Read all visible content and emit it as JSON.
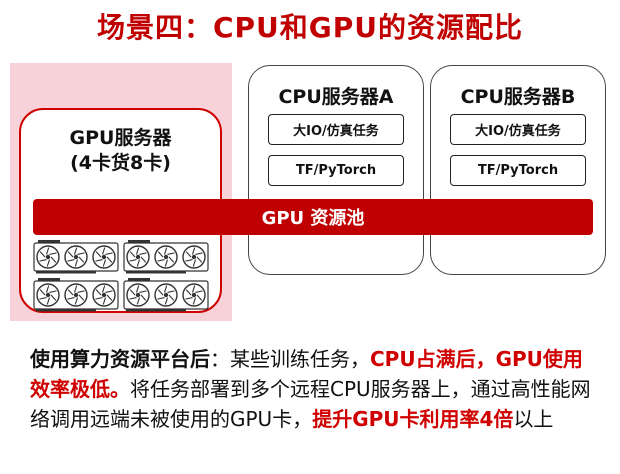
{
  "title": "场景四：CPU和GPU的资源配比",
  "gpu_server": {
    "line1": "GPU服务器",
    "line2": "(4卡货8卡)"
  },
  "cpu_servers": [
    {
      "title": "CPU服务器A",
      "tasks": [
        "大IO/仿真任务",
        "TF/PyTorch"
      ]
    },
    {
      "title": "CPU服务器B",
      "tasks": [
        "大IO/仿真任务",
        "TF/PyTorch"
      ]
    }
  ],
  "pool_label": "GPU 资源池",
  "description": {
    "lead": "使用算力资源平台后",
    "p1": "：某些训练任务，",
    "h1": "CPU占满后，GPU使用效率极低。",
    "p2": "将任务部署到多个远程CPU服务器上，通过高性能网络调用远端未被使用的GPU卡，",
    "h2": "提升GPU卡利用率4倍",
    "p3": "以上"
  },
  "colors": {
    "accent": "#c00000",
    "pink_bg": "#f7d3d9",
    "text": "#111111"
  },
  "icons": [
    "gpu-card-icon"
  ]
}
